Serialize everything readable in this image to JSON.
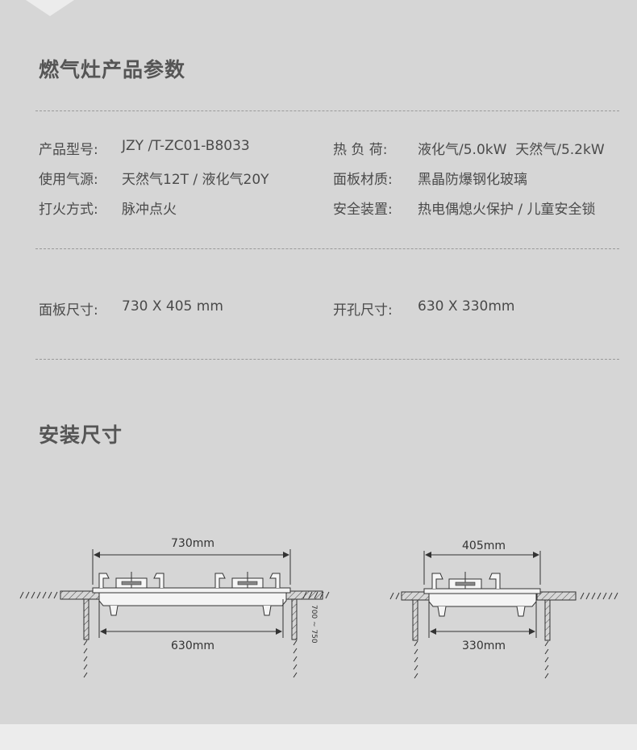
{
  "sections": {
    "params_title": "燃气灶产品参数",
    "install_title": "安装尺寸"
  },
  "specs": [
    {
      "label": "产品型号:",
      "value": "JZY /T-ZC01-B8033"
    },
    {
      "label": "热 负 荷:",
      "value": "液化气/5.0kW  天然气/5.2kW"
    },
    {
      "label": "使用气源:",
      "value": "天然气12T / 液化气20Y"
    },
    {
      "label": "面板材质:",
      "value": "黑晶防爆钢化玻璃"
    },
    {
      "label": "打火方式:",
      "value": "脉冲点火"
    },
    {
      "label": "安全装置:",
      "value": "热电偶熄火保护 / 儿童安全锁"
    }
  ],
  "dimensions": [
    {
      "label": "面板尺寸:",
      "value": "730 X 405 mm"
    },
    {
      "label": "开孔尺寸:",
      "value": "630 X 330mm"
    }
  ],
  "diagrams": {
    "front": {
      "panel_width": "730mm",
      "cutout_width": "630mm",
      "cabinet_height": "700 ~ 750"
    },
    "side": {
      "panel_depth": "405mm",
      "cutout_depth": "330mm"
    }
  }
}
